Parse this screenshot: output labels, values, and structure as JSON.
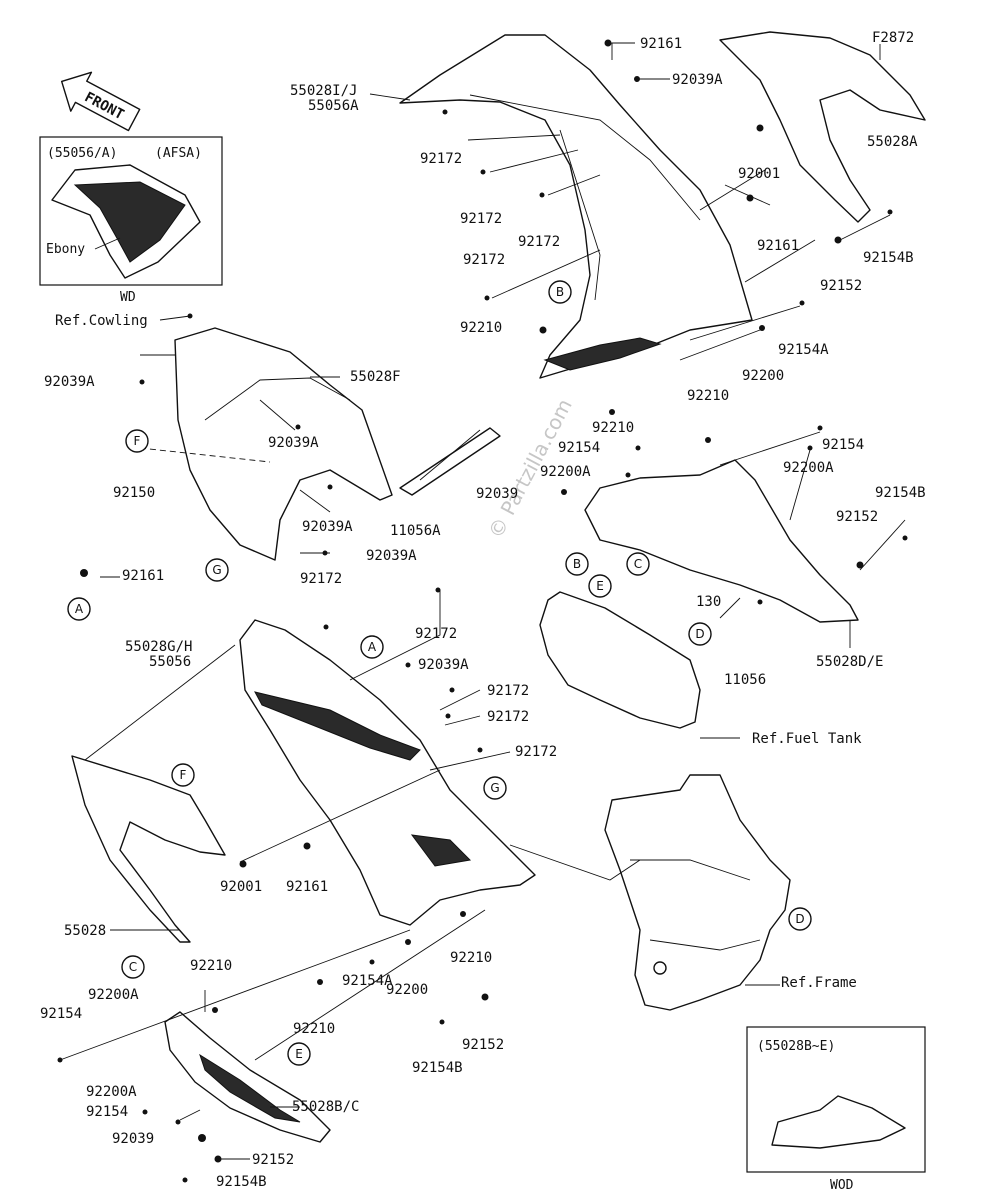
{
  "diagram": {
    "code": "F2872",
    "front_arrow_text": "FRONT",
    "watermark": "© Partzilla.com",
    "inset_top": {
      "header_left": "(55056/A)",
      "header_right": "(AFSA)",
      "label": "Ebony",
      "caption": "WD"
    },
    "inset_bottom": {
      "header": "(55028B~E)",
      "caption": "WOD"
    },
    "refs": {
      "cowling": "Ref.Cowling",
      "fuel_tank": "Ref.Fuel Tank",
      "frame": "Ref.Frame"
    },
    "circle_markers": [
      "A",
      "B",
      "C",
      "D",
      "E",
      "F",
      "G"
    ],
    "part_labels": {
      "p55028ij": "55028I/J",
      "p55056a": "55056A",
      "p92161_top": "92161",
      "p92039a_top": "92039A",
      "p55028a": "55028A",
      "p92172_1": "92172",
      "p92001_top": "92001",
      "p92172_2": "92172",
      "p92172_3": "92172",
      "p92161_mid": "92161",
      "p92154b_top": "92154B",
      "p92172_4": "92172",
      "p92152_top": "92152",
      "p92210_1": "92210",
      "p92154a_top": "92154A",
      "p92200_top": "92200",
      "p92039a_left": "92039A",
      "p55028f": "55028F",
      "p92039a_mid": "92039A",
      "p92210_2": "92210",
      "p92210_3": "92210",
      "p92154_mid": "92154",
      "p92154_r": "92154",
      "p92200a_mid": "92200A",
      "p92200a_r": "92200A",
      "p92039_mid": "92039",
      "p92150": "92150",
      "p11056a": "11056A",
      "p92039a_b1": "92039A",
      "p92039a_b2": "92039A",
      "p92154b_r": "92154B",
      "p92152_r": "92152",
      "p92161_left": "92161",
      "p130": "130",
      "p11056": "11056",
      "p55028de": "55028D/E",
      "p92172_5": "92172",
      "p92172_6": "92172",
      "p55028gh": "55028G/H",
      "p55056": "55056",
      "p92039a_lo": "92039A",
      "p92172_7": "92172",
      "p92172_8": "92172",
      "p92172_9": "92172",
      "p92001_lo": "92001",
      "p92161_lo": "92161",
      "p55028": "55028",
      "p92210_4": "92210",
      "p92210_5": "92210",
      "p92200a_lo": "92200A",
      "p92154_lo": "92154",
      "p92154a_lo": "92154A",
      "p92200_lo": "92200",
      "p92210_6": "92210",
      "p92152_lo": "92152",
      "p92154b_lo": "92154B",
      "p92200a_lo2": "92200A",
      "p92154_lo2": "92154",
      "p55028bc": "55028B/C",
      "p92039_lo": "92039",
      "p92152_lo2": "92152",
      "p92154b_lo2": "92154B"
    }
  }
}
